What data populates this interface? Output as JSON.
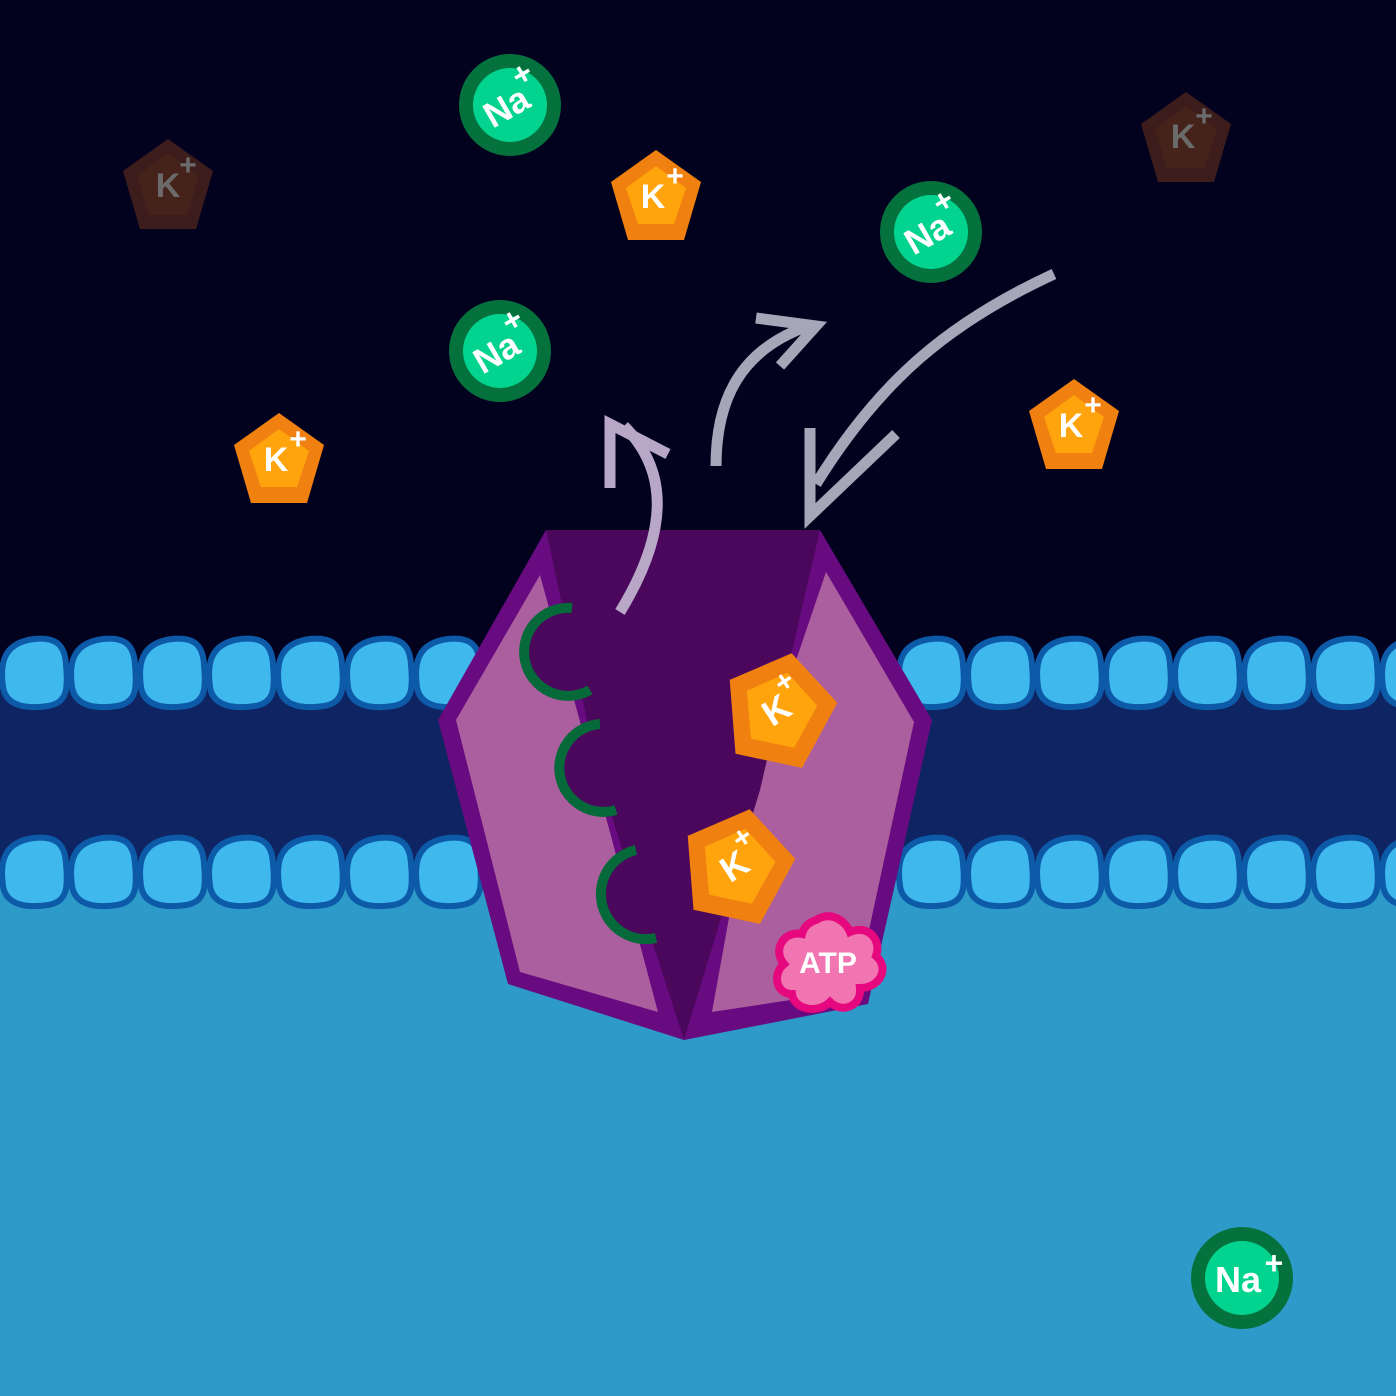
{
  "ions": {
    "sodium": {
      "symbol": "Na",
      "charge": "+"
    },
    "potassium": {
      "symbol": "K",
      "charge": "+"
    }
  },
  "atp": {
    "label": "ATP"
  },
  "colors": {
    "extracellular": "#02021f",
    "membrane_core": "#0f2462",
    "cytoplasm": "#2e9ac9",
    "phospholipid_head": "#3fb8ee",
    "phospholipid_outline": "#0d5aa8",
    "pump_dark": "#4b075c",
    "pump_light": "#ab5f9e",
    "pump_outline": "#680a80",
    "binding_site": "#05693a",
    "sodium_fill": "#02d38f",
    "sodium_ring": "#05723e",
    "potassium_outer": "#f0800f",
    "potassium_inner": "#ffa40d",
    "potassium_faded": "#3d1d1c",
    "atp_fill": "#f075b1",
    "atp_outline": "#e5087e",
    "arrow": "#a7a6b8"
  }
}
